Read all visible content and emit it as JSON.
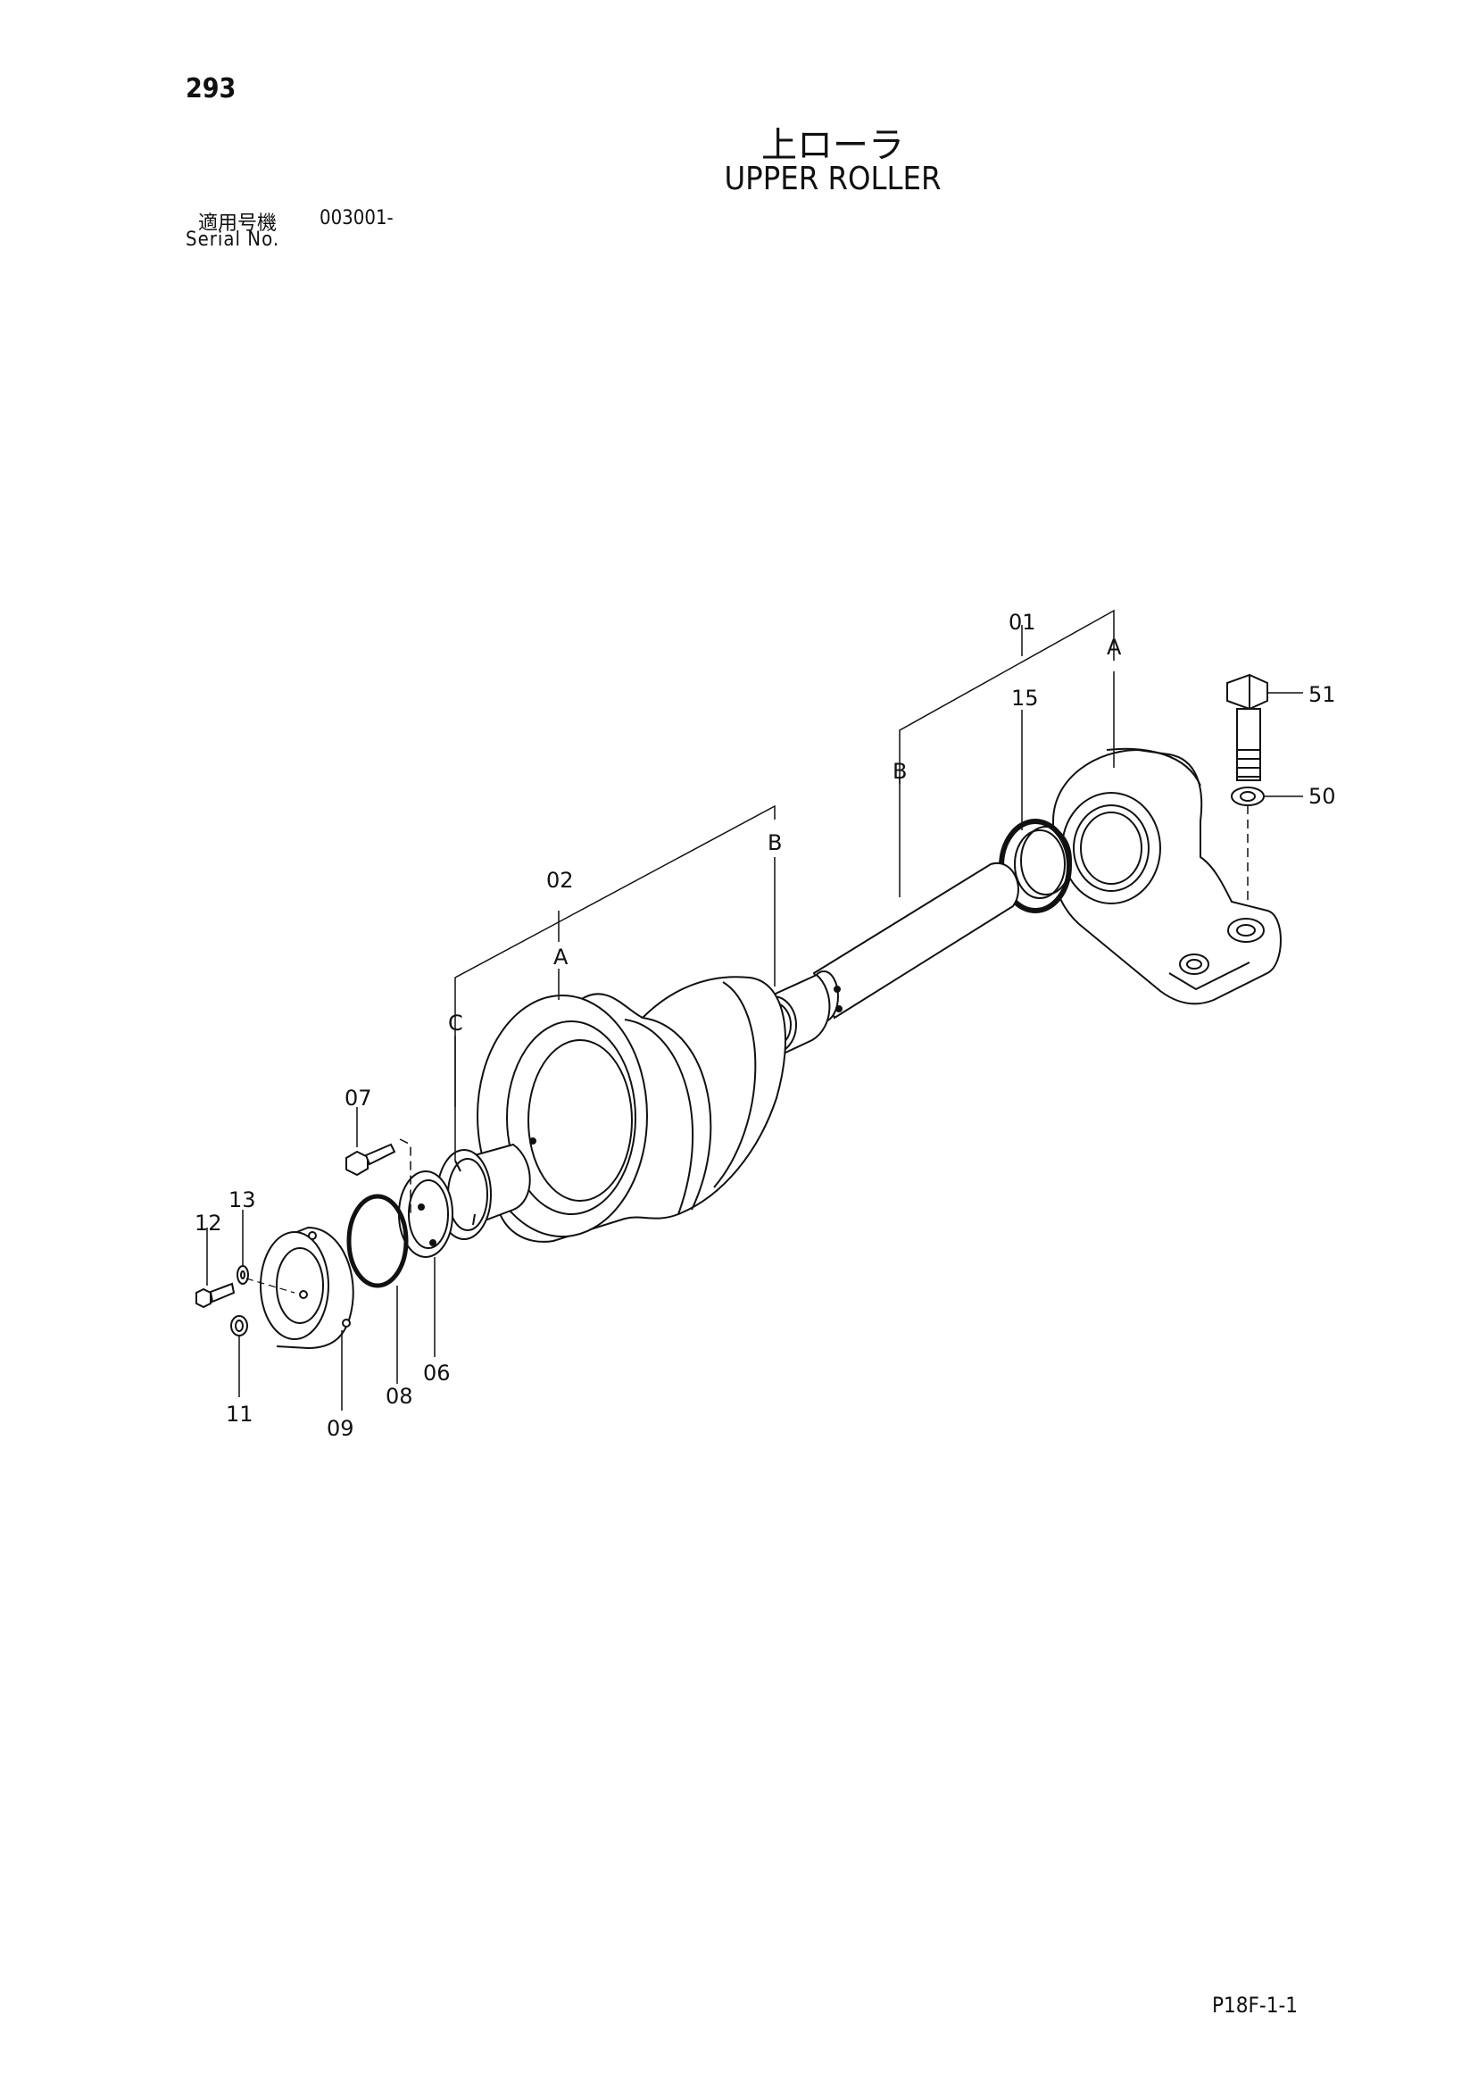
{
  "page": {
    "number": "293",
    "title_jp": "上ローラ",
    "title_en": "UPPER ROLLER",
    "serial_label_jp": "適用号機",
    "serial_value": "003001-",
    "serial_label_en": "Serial No.",
    "footer_code": "P18F-1-1"
  },
  "parts": {
    "p01": "01",
    "p02": "02",
    "p06": "06",
    "p07": "07",
    "p08": "08",
    "p09": "09",
    "p11": "11",
    "p12": "12",
    "p13": "13",
    "p15": "15",
    "p50": "50",
    "p51": "51"
  },
  "refs": {
    "a1": "A",
    "a2": "A",
    "b1": "B",
    "b2": "B",
    "c1": "C"
  }
}
